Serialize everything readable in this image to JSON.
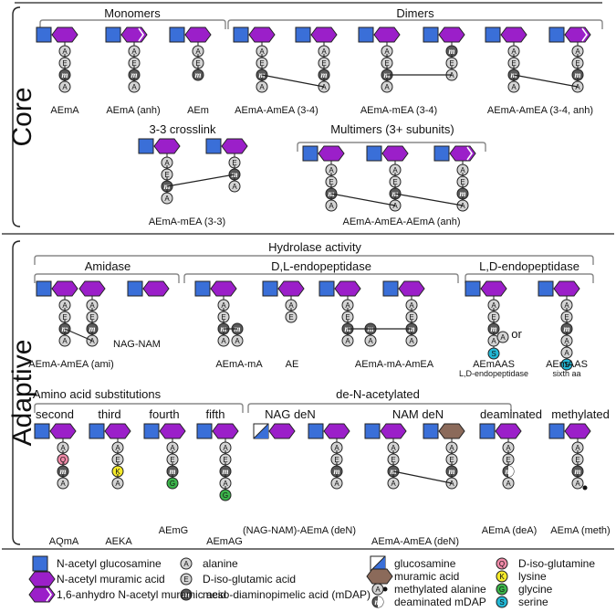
{
  "sections": {
    "core": "Core",
    "adaptive": "Adaptive"
  },
  "headers": {
    "monomers": "Monomers",
    "dimers": "Dimers",
    "crosslink33": "3-3 crosslink",
    "multimers": "Multimers (3+ subunits)",
    "hydrolase": "Hydrolase activity",
    "amidase": "Amidase",
    "dl_endo": "D,L-endopeptidase",
    "ld_endo": "L,D-endopeptidase",
    "aa_subst": "Amino acid substitutions",
    "second": "second",
    "third": "third",
    "fourth": "fourth",
    "fifth": "fifth",
    "deN": "de-N-acetylated",
    "nag_den": "NAG deN",
    "nam_den": "NAM deN",
    "deaminated": "deaminated",
    "methylated": "methylated",
    "or": "or"
  },
  "labels": {
    "aema": "AEmA",
    "aema_anh": "AEmA (anh)",
    "aem": "AEm",
    "aema_amea_34": "AEmA-AmEA (3-4)",
    "aema_mea_34": "AEmA-mEA (3-4)",
    "aema_amea_34anh": "AEmA-AmEA (3-4, anh)",
    "aema_mea_33": "AEmA-mEA (3-3)",
    "multimer": "AEmA-AmEA-AEmA (anh)",
    "ami": "AEmA-AmEA (ami)",
    "nagnam": "NAG-NAM",
    "aema_ma": "AEmA-mA",
    "ae": "AE",
    "aema_ma_amea": "AEmA-mA-AmEA",
    "aemaas1": "AEmAAS",
    "aemaas1_sub": "L,D-endopeptidase",
    "aemaas2": "AEmAAS",
    "aemaas2_sub": "sixth aa",
    "aqma": "AQmA",
    "aeka": "AEKA",
    "aemg": "AEmG",
    "aemag": "AEmAG",
    "nag_den_lab": "(NAG-NAM)-AEmA (deN)",
    "nam_den_lab": "AEmA-AmEA (deN)",
    "dea": "AEmA (deA)",
    "meth": "AEmA (meth)"
  },
  "legend": [
    {
      "icon": "glcnac-square",
      "text": "N-acetyl glucosamine"
    },
    {
      "icon": "murnac-hexagon",
      "text": "N-acetyl muramic acid"
    },
    {
      "icon": "anhydro-hexagon",
      "text": "1,6-anhydro N-acetyl muramic acid"
    },
    {
      "icon": "ala-circle",
      "text": "alanine"
    },
    {
      "icon": "glu-circle",
      "text": "D-iso-glutamic acid"
    },
    {
      "icon": "dap-circle",
      "text": "meso-diaminopimelic acid (mDAP)"
    },
    {
      "icon": "glucosamine-square",
      "text": "glucosamine"
    },
    {
      "icon": "muramic-hexagon",
      "text": "muramic acid"
    },
    {
      "icon": "methyl-ala-circle",
      "text": "methylated alanine"
    },
    {
      "icon": "deaminated-dap-circle",
      "text": "deaminated mDAP"
    },
    {
      "icon": "gln-circle",
      "text": "D-iso-glutamine"
    },
    {
      "icon": "lys-circle",
      "text": "lysine"
    },
    {
      "icon": "gly-circle",
      "text": "glycine"
    },
    {
      "icon": "ser-circle",
      "text": "serine"
    }
  ],
  "residues": {
    "A": "A",
    "E": "E",
    "m": "m",
    "Q": "Q",
    "K": "K",
    "G": "G",
    "S": "S"
  },
  "colors": {
    "glcnac": "#3a6fd8",
    "murnac": "#9b1fc9",
    "muramic": "#8b6a5a",
    "ala": "#d4d4d4",
    "dap": "#5a5a5a",
    "gln": "#f08aa8",
    "lys": "#f5ea2a",
    "gly": "#3bb44a",
    "ser": "#22b8d6"
  }
}
